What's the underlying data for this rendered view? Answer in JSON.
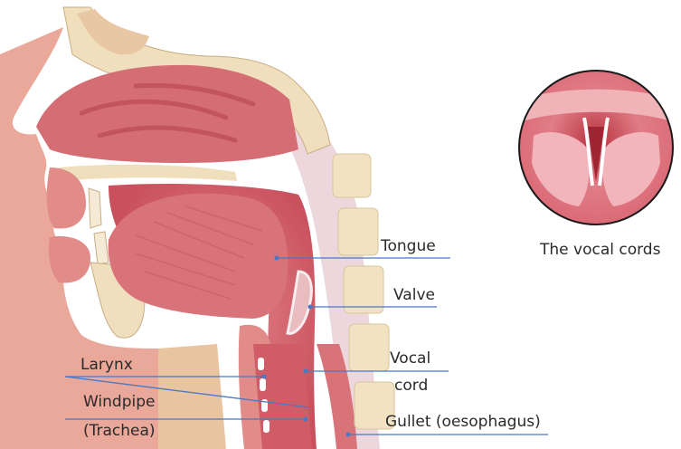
{
  "labels": {
    "tongue": "Tongue",
    "valve": "Valve",
    "vocal_cord_line1": "Vocal",
    "vocal_cord_line2": "cord",
    "gullet": "Gullet (oesophagus)",
    "larynx": "Larynx",
    "windpipe_line1": "Windpipe",
    "windpipe_line2": "(Trachea)",
    "inset_caption": "The vocal cords"
  },
  "colors": {
    "leader_line": "#4a78c2",
    "skin": "#e9a89a",
    "muscle": "#d9737a",
    "cavity": "#c24f5a",
    "bone": "#f1e2c2",
    "tissue_light": "#e9bcc0",
    "inset_border": "#1a1a1a"
  },
  "icons": {
    "inset": "vocal-cords-closeup-icon"
  }
}
